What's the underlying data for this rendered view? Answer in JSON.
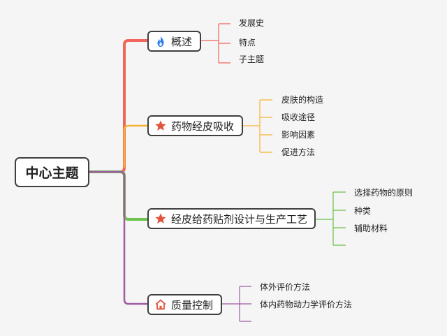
{
  "center": {
    "label": "中心主题"
  },
  "topics": [
    {
      "label": "概述",
      "icon": "flame-icon",
      "color": "#f0665a",
      "children": [
        "发展史",
        "特点",
        "子主题"
      ]
    },
    {
      "label": "药物经皮吸收",
      "icon": "star-icon",
      "color": "#f7b234",
      "children": [
        "皮肤的构造",
        "吸收途径",
        "影响因素",
        "促进方法"
      ]
    },
    {
      "label": "经皮给药贴剂设计与生产工艺",
      "icon": "star-icon",
      "color": "#6cc24a",
      "children": [
        "选择药物的原则",
        "种类",
        "辅助材料",
        ""
      ]
    },
    {
      "label": "质量控制",
      "icon": "home-icon",
      "color": "#a15aa3",
      "children": [
        "体外评价方法",
        "体内药物动力学评价方法",
        ""
      ]
    }
  ],
  "colors": {
    "background": "#f5f5f5",
    "node_border": "#3f3f3f",
    "flame": "#2f80ed",
    "star": "#e2533c",
    "home": "#e2533c"
  }
}
